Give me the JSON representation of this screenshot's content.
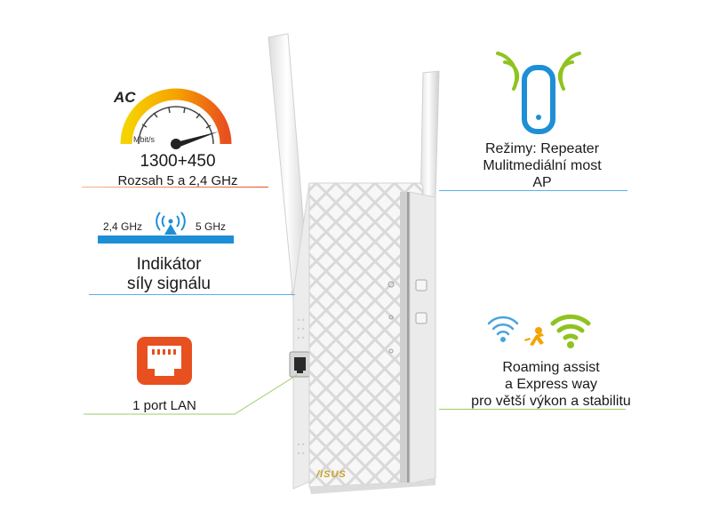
{
  "features": {
    "ac_speed": {
      "badge": "AC",
      "unit": "Mbit/s",
      "speed": "1300+450",
      "range": "Rozsah 5 a 2,4 GHz"
    },
    "signal": {
      "band_left": "2,4 GHz",
      "band_right": "5 GHz",
      "title_line1": "Indikátor",
      "title_line2": "síly signálu"
    },
    "lan": {
      "label": "1 port LAN"
    },
    "modes": {
      "line1": "Režimy: Repeater",
      "line2": "Mulitmediální most",
      "line3": "AP"
    },
    "roaming": {
      "line1": "Roaming assist",
      "line2": "a Express way",
      "line3": "pro větší výkon a stabilitu"
    }
  },
  "device": {
    "brand": "/ISUS"
  },
  "colors": {
    "accent_blue": "#1e8fd6",
    "accent_green": "#8fc31f",
    "accent_orange": "#e8501f",
    "gauge_yellow": "#f2c200",
    "line_orange": "#f08a5d",
    "line_blue": "#5aaee6",
    "line_green": "#9ccc65"
  }
}
